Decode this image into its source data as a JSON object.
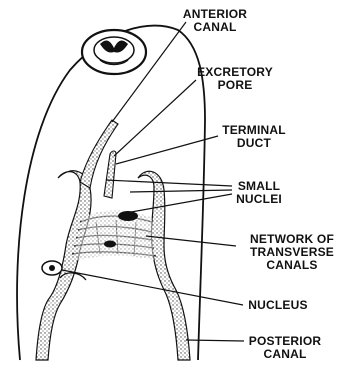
{
  "labels": {
    "anterior_canal": [
      "ANTERIOR",
      "CANAL"
    ],
    "excretory_pore": [
      "EXCRETORY",
      "PORE"
    ],
    "terminal_duct": [
      "TERMINAL",
      "DUCT"
    ],
    "small_nuclei": [
      "SMALL",
      "NUCLEI"
    ],
    "network": [
      "NETWORK OF",
      "TRANSVERSE",
      "CANALS"
    ],
    "nucleus": [
      "NUCLEUS"
    ],
    "posterior_canal": [
      "POSTERIOR",
      "CANAL"
    ]
  },
  "colors": {
    "ink": "#111111",
    "stipple": "#555555",
    "background": "#ffffff"
  }
}
